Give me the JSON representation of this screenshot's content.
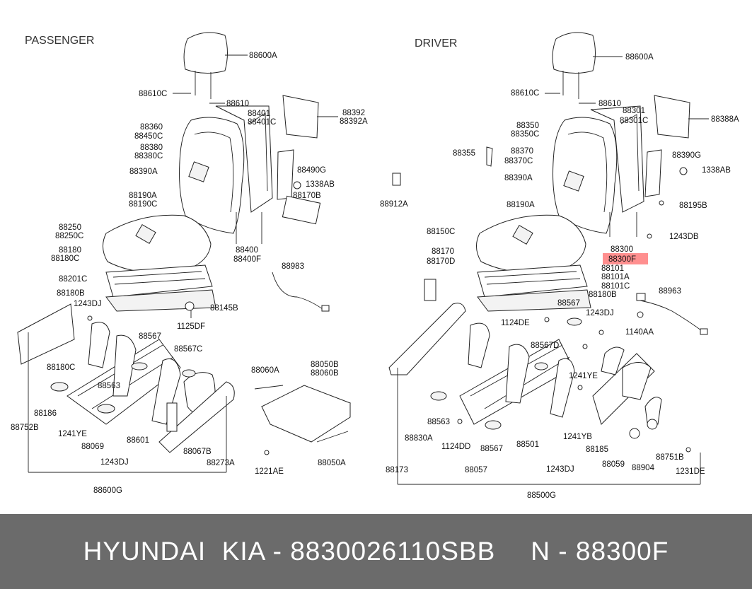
{
  "sections": {
    "left": "PASSENGER",
    "right": "DRIVER"
  },
  "footer": {
    "part_number": "HYUNDAI  KIA - 8830026110SBB",
    "reference": "N - 88300F"
  },
  "highlight_color": "#ff7b7b",
  "footer_bg": "#6b6b6b",
  "passenger_labels": [
    "88600A",
    "88610C",
    "88610",
    "88401",
    "88401C",
    "88392",
    "88392A",
    "88360",
    "88450C",
    "88380",
    "88380C",
    "88390A",
    "88490G",
    "1338AB",
    "88170B",
    "88190A",
    "88190C",
    "88250",
    "88250C",
    "88180",
    "88180C",
    "88400",
    "88400F",
    "88983",
    "88201C",
    "88180B",
    "88145B",
    "1243DJ",
    "1125DF",
    "88567",
    "88567C",
    "88563",
    "88060A",
    "88050B",
    "88060B",
    "88186",
    "88752B",
    "1241YE",
    "88069",
    "88601",
    "88067B",
    "88273A",
    "1243DJ",
    "1221AE",
    "88050A",
    "88600G"
  ],
  "driver_labels": [
    "88600A",
    "88610C",
    "88610",
    "88301",
    "88301C",
    "88388A",
    "88350",
    "88350C",
    "88355",
    "88370",
    "88370C",
    "88390G",
    "1338AB",
    "88390A",
    "88912A",
    "88195B",
    "88190A",
    "88150C",
    "1243DB",
    "88300",
    "88300F",
    "88170",
    "88170D",
    "88101",
    "88101A",
    "88101C",
    "88180B",
    "88963",
    "88567",
    "1124DE",
    "1243DJ",
    "1140AA",
    "88567D",
    "1241YE",
    "88563",
    "1124DD",
    "88567",
    "88501",
    "88830A",
    "1241YB",
    "88185",
    "88059",
    "88904",
    "88751B",
    "1231DE",
    "88173",
    "88057",
    "1243DJ",
    "88500G"
  ],
  "highlighted_label": "88300F"
}
